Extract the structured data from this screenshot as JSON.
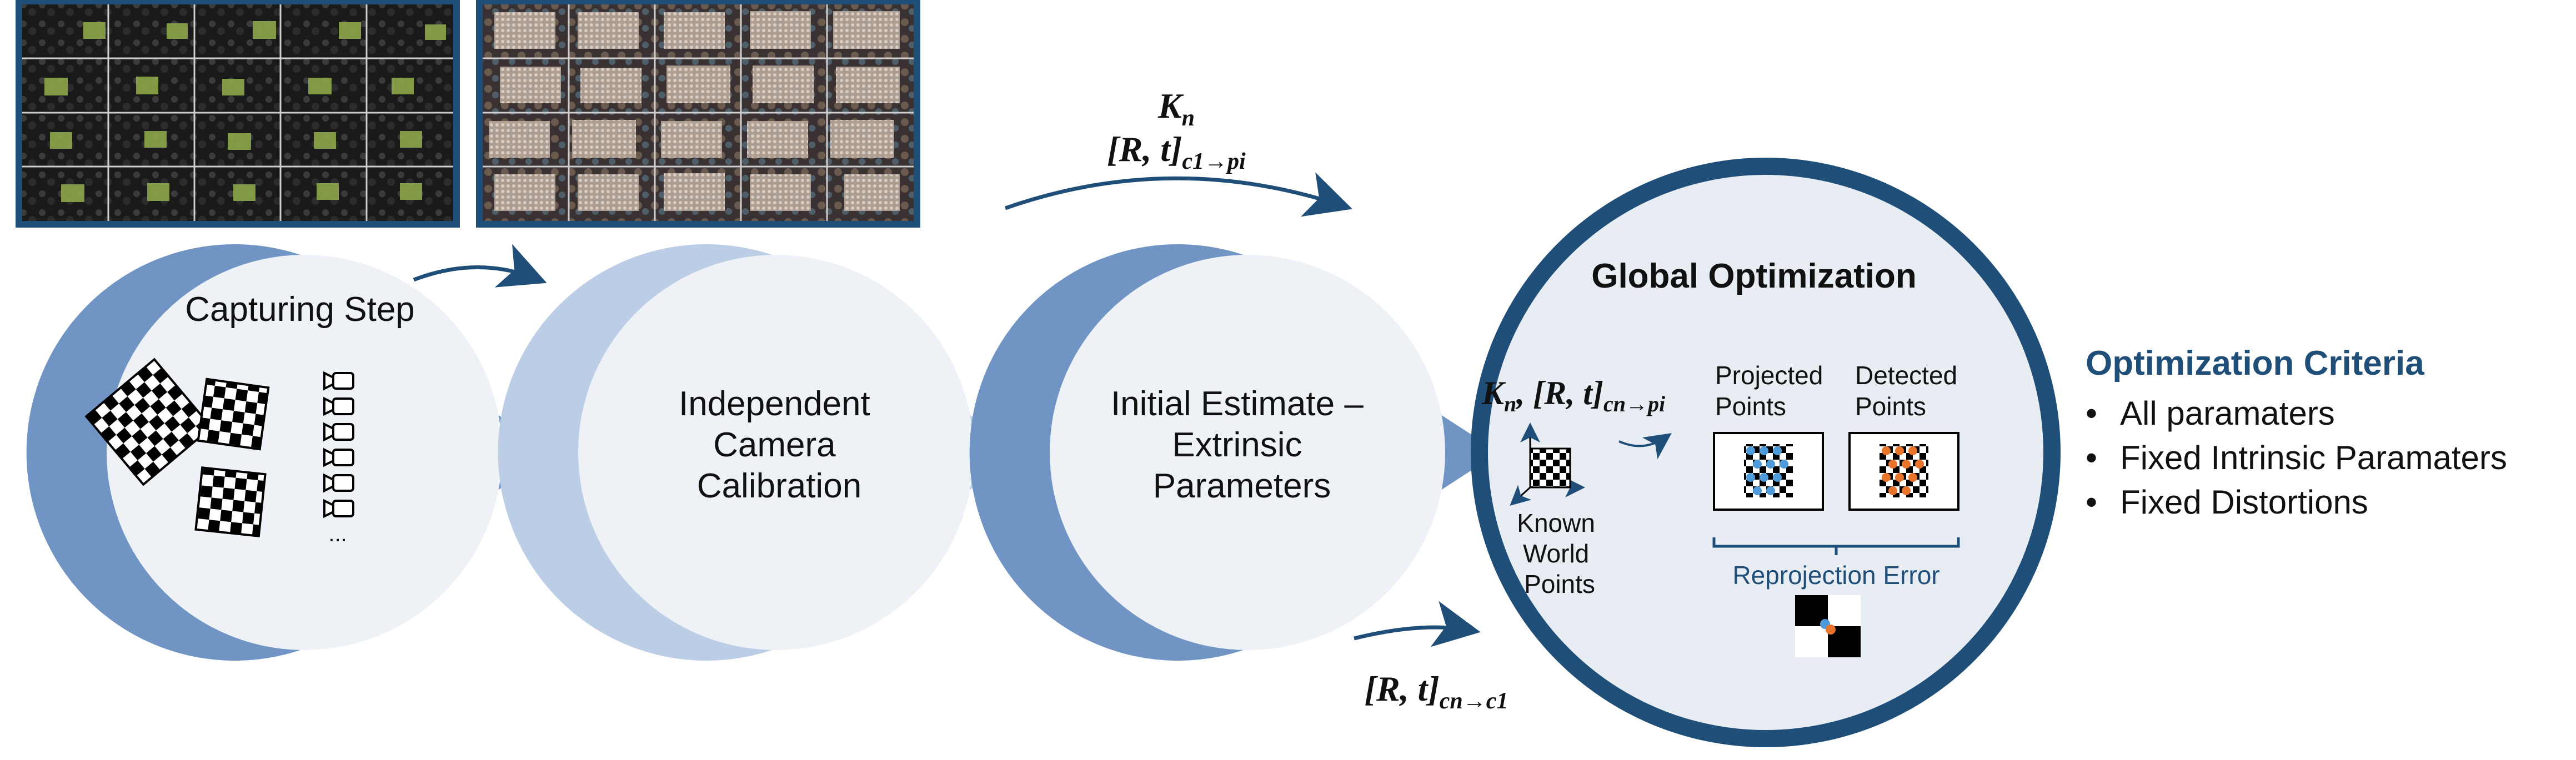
{
  "steps": {
    "capturing": "Capturing Step",
    "independent": [
      "Independent",
      "Camera",
      "Calibration"
    ],
    "initial": [
      "Initial Estimate –",
      "Extrinsic",
      "Parameters"
    ],
    "global": "Global Optimization"
  },
  "math": {
    "kn": "K",
    "kn_sub": "n",
    "rt_open": "[",
    "rt_R": "R",
    "rt_comma": ", ",
    "rt_t": "t",
    "rt_close": "]",
    "top_sub": "c1→pi",
    "bottom_sub": "cn→c1",
    "global_sub": "cn→pi"
  },
  "global_panel": {
    "projected": [
      "Projected",
      "Points"
    ],
    "detected": [
      "Detected",
      "Points"
    ],
    "known": [
      "Known",
      "World",
      "Points"
    ],
    "reprojection": "Reprojection Error"
  },
  "ellipsis": "...",
  "criteria": {
    "title": "Optimization Criteria",
    "items": [
      "All paramaters",
      "Fixed Intrinsic Paramaters",
      "Fixed Distortions"
    ]
  },
  "colors": {
    "dark_blue": "#1f4e79",
    "mid_blue": "#7094c4",
    "light_blue": "#bccde6",
    "circle_fill": "#eef2f7",
    "projected_point": "#4f9ad8",
    "detected_point": "#e8742c"
  }
}
